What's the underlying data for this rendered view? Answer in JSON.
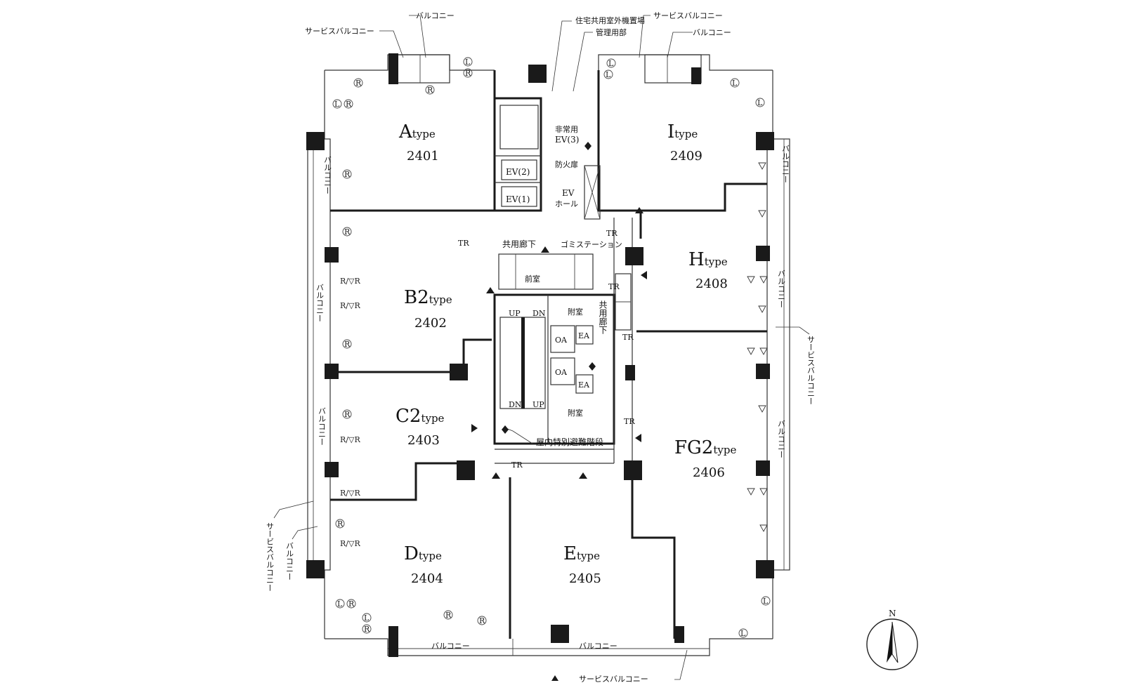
{
  "units": [
    {
      "id": "a",
      "letter": "A",
      "type": "type",
      "number": "2401"
    },
    {
      "id": "b2",
      "letter": "B2",
      "type": "type",
      "number": "2402"
    },
    {
      "id": "c2",
      "letter": "C2",
      "type": "type",
      "number": "2403"
    },
    {
      "id": "d",
      "letter": "D",
      "type": "type",
      "number": "2404"
    },
    {
      "id": "e",
      "letter": "E",
      "type": "type",
      "number": "2405"
    },
    {
      "id": "fg2",
      "letter": "FG2",
      "type": "type",
      "number": "2406"
    },
    {
      "id": "h",
      "letter": "H",
      "type": "type",
      "number": "2408"
    },
    {
      "id": "i",
      "letter": "I",
      "type": "type",
      "number": "2409"
    }
  ],
  "labels": {
    "balcony": "バルコニー",
    "service_balcony": "サービスバルコニー",
    "outdoor_equipment": "住宅共用室外機置場",
    "management": "管理用部",
    "emergency_ev": "非常用",
    "ev3": "EV(3)",
    "ev2": "EV(2)",
    "ev1": "EV(1)",
    "fire_door": "防火扉",
    "ev_hall_1": "EV",
    "ev_hall_2": "ホール",
    "corridor": "共用廊下",
    "corridor_v": "共用廊下",
    "garbage": "ゴミステーション",
    "anteroom": "前室",
    "annex": "附室",
    "oa": "OA",
    "ea": "EA",
    "up": "UP",
    "dn": "DN",
    "tr": "TR",
    "stairs": "屋内特別避難階段",
    "north": "N"
  },
  "symbols": {
    "L": "L",
    "R": "R",
    "R_slash": "R/▽R"
  }
}
